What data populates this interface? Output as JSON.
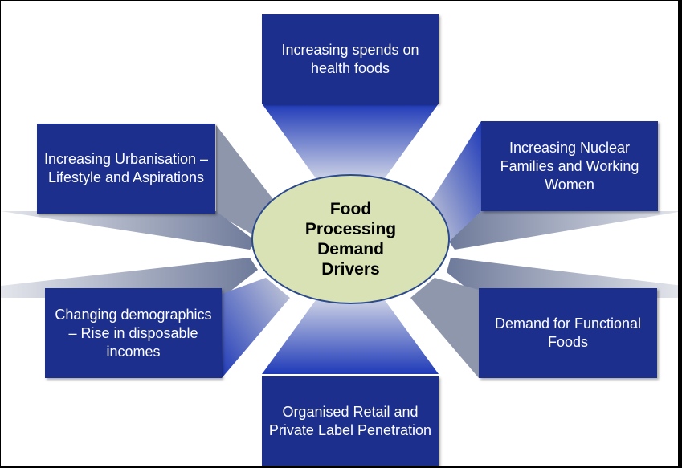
{
  "center": {
    "title": "Food Processing Demand Drivers"
  },
  "drivers": [
    {
      "label": "Increasing spends on health foods"
    },
    {
      "label": "Increasing Nuclear Families and Working Women"
    },
    {
      "label": "Demand for Functional Foods"
    },
    {
      "label": "Organised Retail and Private Label Penetration"
    },
    {
      "label": "Changing demographics – Rise in disposable incomes"
    },
    {
      "label": "Increasing Urbanisation – Lifestyle and Aspirations"
    }
  ],
  "colors": {
    "box": "#1c2f8c",
    "ray_dark": "#1f3ab8",
    "ray_light": "#e4e6ec",
    "center_fill": "#d8e2b4",
    "center_border": "#2c4a8e"
  }
}
